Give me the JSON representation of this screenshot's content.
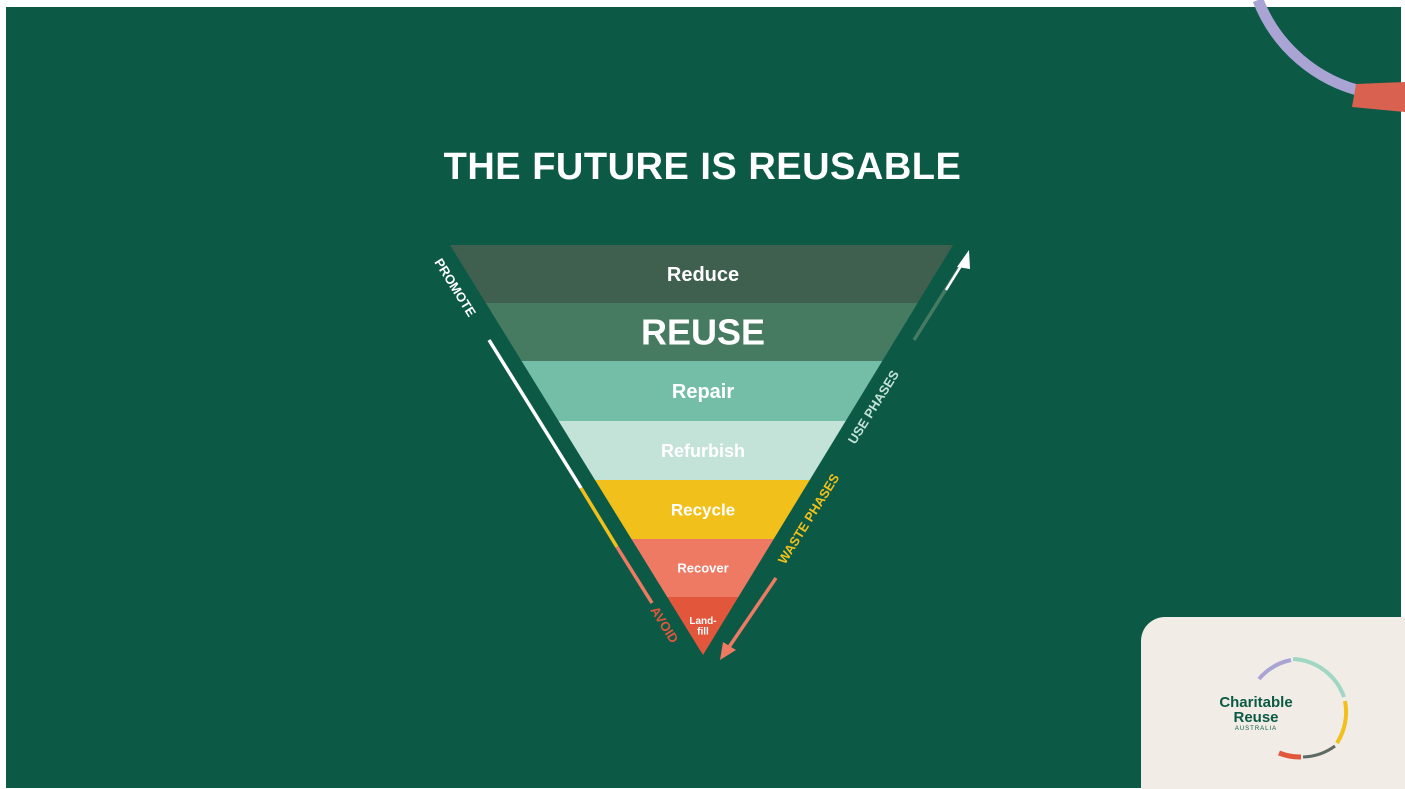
{
  "title": "THE FUTURE IS REUSABLE",
  "tiers": [
    {
      "label": "Reduce",
      "color": "#3f604e"
    },
    {
      "label": "REUSE",
      "color": "#477b61"
    },
    {
      "label": "Repair",
      "color": "#74bea7"
    },
    {
      "label": "Refurbish",
      "color": "#c3e2d8"
    },
    {
      "label": "Recycle",
      "color": "#f2c01b"
    },
    {
      "label": "Recover",
      "color": "#ee7a64"
    },
    {
      "label": "Land-\nfill",
      "color": "#e2563c"
    }
  ],
  "axes": {
    "promote": "PROMOTE",
    "avoid": "AVOID",
    "use_phases": "USE PHASES",
    "waste_phases": "WASTE PHASES"
  },
  "colors": {
    "background": "#0c5a45",
    "promote": "#ffffff",
    "avoid": "#e2563c",
    "use_phases": "#c3e2d8",
    "waste_phases": "#f2c01b"
  },
  "logo": {
    "line1": "Charitable",
    "line2": "Reuse",
    "sub": "AUSTRALIA"
  }
}
